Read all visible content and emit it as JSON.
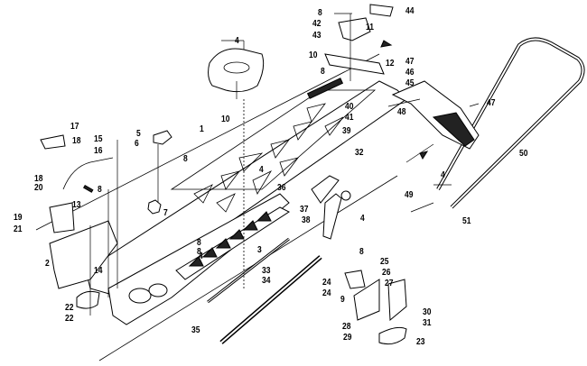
{
  "diagram": {
    "type": "exploded-parts-view",
    "subject": "snowmobile tunnel / chassis assembly",
    "callouts": [
      {
        "id": "c1",
        "text": "1"
      },
      {
        "id": "c2",
        "text": "2"
      },
      {
        "id": "c3",
        "text": "3"
      },
      {
        "id": "c4a",
        "text": "4"
      },
      {
        "id": "c4b",
        "text": "4"
      },
      {
        "id": "c4c",
        "text": "4"
      },
      {
        "id": "c4d",
        "text": "4"
      },
      {
        "id": "c4e",
        "text": "4"
      },
      {
        "id": "c5",
        "text": "5"
      },
      {
        "id": "c6",
        "text": "6"
      },
      {
        "id": "c7",
        "text": "7"
      },
      {
        "id": "c8a",
        "text": "8"
      },
      {
        "id": "c8b",
        "text": "8"
      },
      {
        "id": "c8c",
        "text": "8"
      },
      {
        "id": "c8d",
        "text": "8"
      },
      {
        "id": "c8e",
        "text": "8"
      },
      {
        "id": "c8f",
        "text": "8"
      },
      {
        "id": "c8g",
        "text": "8"
      },
      {
        "id": "c9",
        "text": "9"
      },
      {
        "id": "c10a",
        "text": "10"
      },
      {
        "id": "c10b",
        "text": "10"
      },
      {
        "id": "c11",
        "text": "11"
      },
      {
        "id": "c12",
        "text": "12"
      },
      {
        "id": "c13",
        "text": "13"
      },
      {
        "id": "c14",
        "text": "14"
      },
      {
        "id": "c15",
        "text": "15"
      },
      {
        "id": "c16",
        "text": "16"
      },
      {
        "id": "c17",
        "text": "17"
      },
      {
        "id": "c18a",
        "text": "18"
      },
      {
        "id": "c18b",
        "text": "18"
      },
      {
        "id": "c19",
        "text": "19"
      },
      {
        "id": "c20",
        "text": "20"
      },
      {
        "id": "c21",
        "text": "21"
      },
      {
        "id": "c22a",
        "text": "22"
      },
      {
        "id": "c22b",
        "text": "22"
      },
      {
        "id": "c23",
        "text": "23"
      },
      {
        "id": "c24a",
        "text": "24"
      },
      {
        "id": "c24b",
        "text": "24"
      },
      {
        "id": "c25",
        "text": "25"
      },
      {
        "id": "c26",
        "text": "26"
      },
      {
        "id": "c27",
        "text": "27"
      },
      {
        "id": "c28",
        "text": "28"
      },
      {
        "id": "c29",
        "text": "29"
      },
      {
        "id": "c30",
        "text": "30"
      },
      {
        "id": "c31",
        "text": "31"
      },
      {
        "id": "c32",
        "text": "32"
      },
      {
        "id": "c33",
        "text": "33"
      },
      {
        "id": "c34",
        "text": "34"
      },
      {
        "id": "c35",
        "text": "35"
      },
      {
        "id": "c36",
        "text": "36"
      },
      {
        "id": "c37",
        "text": "37"
      },
      {
        "id": "c38",
        "text": "38"
      },
      {
        "id": "c39",
        "text": "39"
      },
      {
        "id": "c40",
        "text": "40"
      },
      {
        "id": "c41",
        "text": "41"
      },
      {
        "id": "c42",
        "text": "42"
      },
      {
        "id": "c43",
        "text": "43"
      },
      {
        "id": "c44",
        "text": "44"
      },
      {
        "id": "c45",
        "text": "45"
      },
      {
        "id": "c46",
        "text": "46"
      },
      {
        "id": "c47a",
        "text": "47"
      },
      {
        "id": "c47b",
        "text": "47"
      },
      {
        "id": "c48",
        "text": "48"
      },
      {
        "id": "c49",
        "text": "49"
      },
      {
        "id": "c50",
        "text": "50"
      },
      {
        "id": "c51",
        "text": "51"
      }
    ]
  }
}
